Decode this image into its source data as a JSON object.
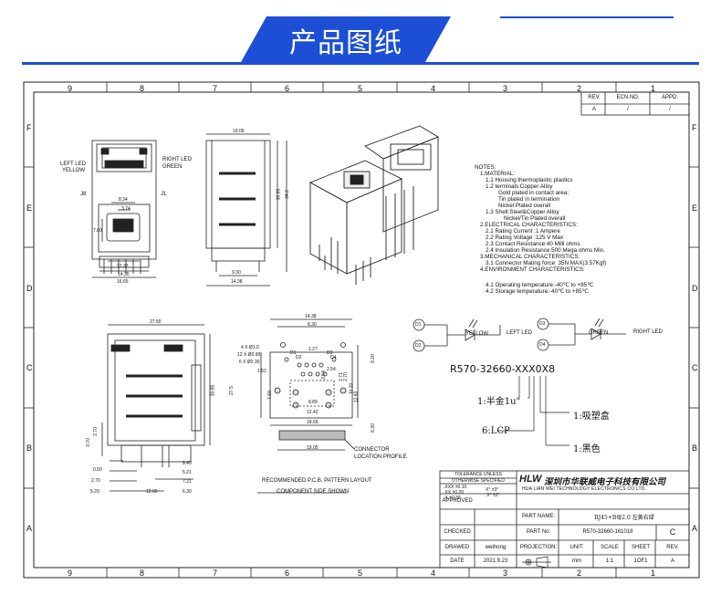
{
  "header": {
    "title": "产品图纸",
    "accent_color": "#1d4fd6"
  },
  "border_zones": {
    "columns": [
      "9",
      "8",
      "7",
      "6",
      "5",
      "4",
      "3",
      "2",
      "1"
    ],
    "rows": [
      "F",
      "E",
      "D",
      "C",
      "B",
      "A"
    ]
  },
  "revision_table": {
    "headers": [
      "REV.",
      "ECN.NO.",
      "APPD."
    ],
    "row": [
      "A",
      "/",
      "/"
    ]
  },
  "front_view": {
    "left_led": "LEFT LED",
    "left_color": "YELLOW",
    "right_led": "RIGHT LED",
    "right_color": "GREEN",
    "j8": "J8",
    "j1": "J1",
    "dims": [
      "8.34",
      "3.74",
      "7.60",
      "12.37",
      "14.30",
      "16.65"
    ]
  },
  "side_view": {
    "dims": [
      "19.05",
      "30.85",
      "34.2",
      "9.30",
      "14.38"
    ]
  },
  "notes": [
    "NOTES:",
    "1.MATERIAL:",
    "1.1 Housing:thermoplastic plastics",
    "1.2 terminals:Copper Alloy",
    "Gold plated in contact area;",
    "Tin plated in termination",
    "Nickel Plated overall",
    "1.3 Shell:Steel&Copper Alloy",
    "Nickel/Tin Plated overall",
    "2.ELECTRICAL CHARACTERISTICS:",
    "2.1 Rating Current :1 Ampere",
    "2.2 Rating Voltage :125 V Max",
    "2.3 Contact Resistance:40 Milli ohms",
    "2.4 Insulation Resistance:500 Mega ohms Min.",
    "3.MECHANICAL CHARACTERISTICS:",
    "3.1 Connector Mating force: 35N MAX(3.57Kgf)",
    "4.ENVIRONMENT CHARACTERISTICS:",
    "4.1 Operating temperature:-40℃ to +85℃",
    "4.2 Storage temperature:-40℃ to +85℃"
  ],
  "led_schematic": {
    "d1": "D1",
    "d2": "D2",
    "d3": "D3",
    "d4": "D4",
    "yellow": "YELLOW",
    "left_led": "LEFT LED",
    "green": "GREEN",
    "right_led": "RIGHT LED"
  },
  "part_code": {
    "code": "R570-32660-XXX0X8",
    "opt_gold": "1:半金1u\"",
    "opt_tray": "1:吸塑盒",
    "opt_lcp": "6:LCP",
    "opt_black": "1:黑色"
  },
  "bottom_view": {
    "dims": [
      "27.50",
      "30.85",
      "27.5",
      "3.70",
      "2.70",
      "0.50",
      "2.70",
      "5.20",
      "12.60",
      "6.30",
      "5.21",
      "7.21",
      "8.40"
    ]
  },
  "pcb_layout": {
    "holes": [
      "4 X Ø1.0",
      "12 X Ø0.90",
      "6 X Ø2.30"
    ],
    "dims": [
      "14.38",
      "8.30",
      "1.27",
      "2.54",
      "1.52",
      "7.60",
      "8.89",
      "12.42",
      "18.65",
      "19.05",
      "10.20",
      "12.60",
      "2.71",
      "2.70",
      "6.30",
      "2.54",
      "8.20"
    ],
    "leds": [
      "D1",
      "D2",
      "D3",
      "D4"
    ],
    "title": "RECOMMENDED P.C.B. PATTERN LAYOUT",
    "subtitle": "COMPONENT SIDE SHOWN",
    "connector_label": "CONNECTOR",
    "location_label": "LOCATION PROFILE"
  },
  "title_block": {
    "tolerance_title": "TOLERANCE UNLESS",
    "tolerance_sub": "OTHERWISE SPECIFIED",
    "tol_rows": [
      ".XXX ±0.10",
      ".XX ±0.20",
      ".X ±0.30"
    ],
    "ang_rows": [
      "X° ±3°",
      ".X° ±2°"
    ],
    "company_logo": "HLW",
    "company_cn": "深圳市华联威电子科技有限公司",
    "company_en": "HUA LIAN WEI TECHNOLOGY ELECTRONICS CO;LTD.",
    "approved": "APPROVED",
    "checked": "CHECKED",
    "drawed": "DRAWED",
    "drawer": "weihong",
    "date_label": "DATE",
    "date": "2021.9.23",
    "part_name_label": "PART NAME:",
    "part_name": "RJ45+B母2.0 左黄右绿",
    "part_no_label": "PART No:",
    "part_no": "R570-32660-161018",
    "part_rev": "C",
    "projection": "PROJECTION:",
    "unit_label": "UNIT:",
    "unit": "mm",
    "scale_label": "SCALE",
    "scale": "1:1",
    "sheet_label": "SHEET",
    "sheet": "1OF1",
    "rev_label": "REV.",
    "rev": "A"
  }
}
